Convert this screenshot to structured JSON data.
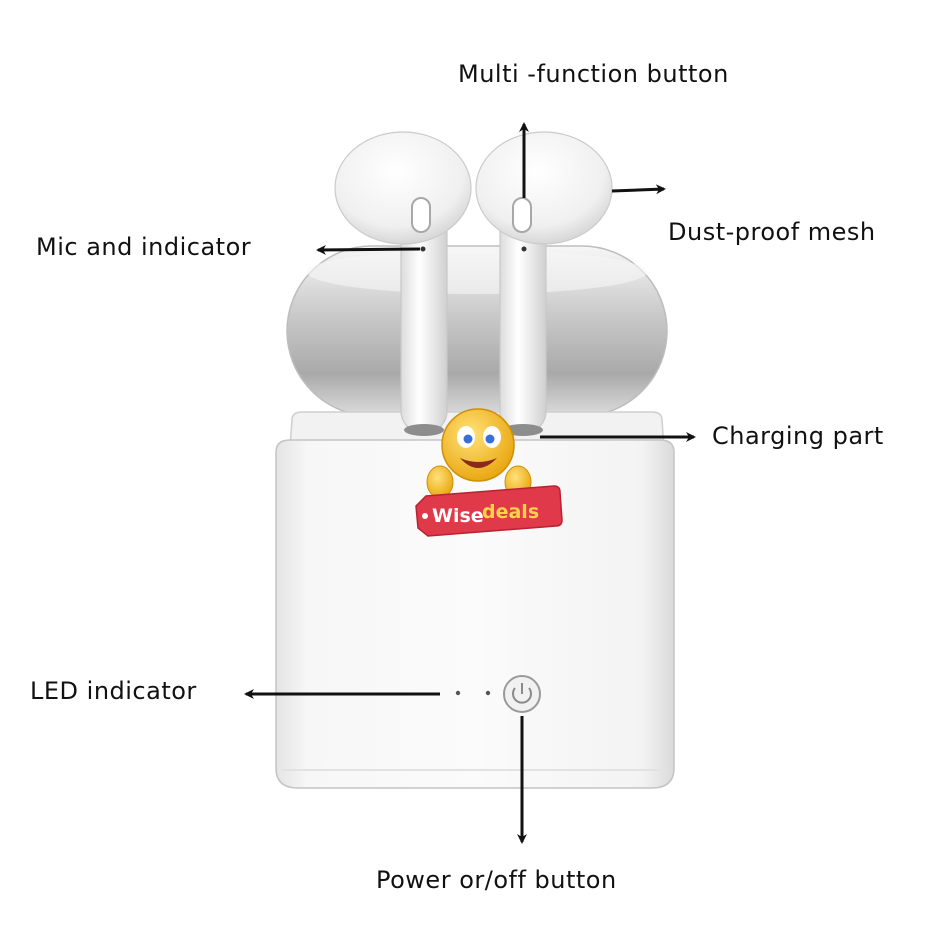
{
  "labels": {
    "multi_function": "Multi -function button",
    "mic_indicator": "Mic and indicator",
    "dust_mesh": "Dust-proof mesh",
    "charging_part": "Charging part",
    "led_indicator": "LED indicator",
    "power_button": "Power or/off button"
  },
  "watermark": {
    "word1": "Wise",
    "word2": "deals"
  },
  "colors": {
    "text": "#111111",
    "arrow": "#111111",
    "case_body": "#f4f4f4",
    "lid": "#c9c9c9",
    "tag": "#e0394a",
    "emoji": "#f6c21a"
  },
  "icons": [
    "power-icon",
    "arrow-icon",
    "emoji-mascot-icon"
  ]
}
